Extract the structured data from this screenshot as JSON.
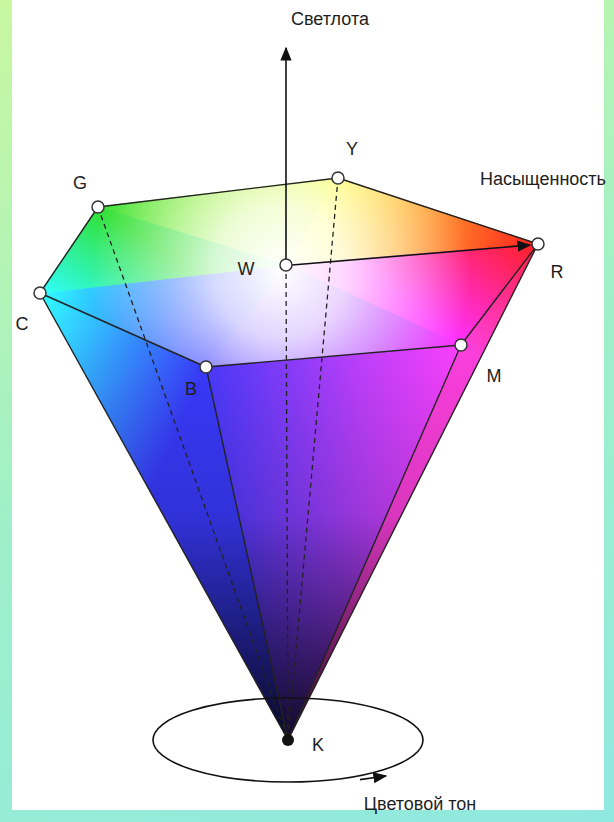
{
  "diagram": {
    "labels": [
      "Светлота",
      "Y",
      "Насыщенность",
      "G",
      "W",
      "R",
      "C",
      "B",
      "M",
      "K",
      "Цветовой тон"
    ]
  }
}
